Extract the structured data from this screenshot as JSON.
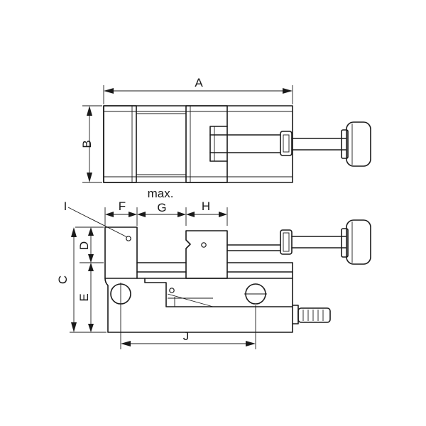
{
  "labels": {
    "A": "A",
    "B": "B",
    "C": "C",
    "D": "D",
    "E": "E",
    "F": "F",
    "G": "G",
    "H": "H",
    "I": "I",
    "J": "J",
    "max": "max."
  }
}
